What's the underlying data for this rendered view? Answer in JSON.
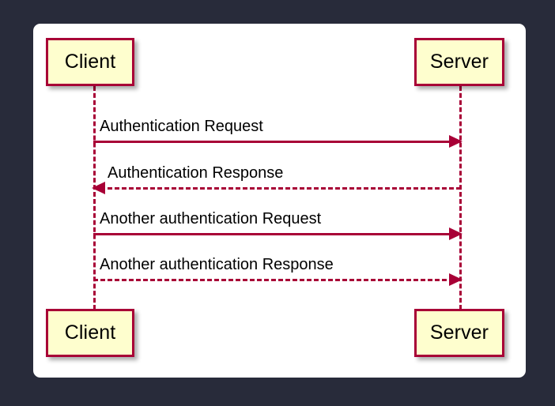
{
  "diagram": {
    "type": "uml-sequence-diagram",
    "background_color": "#282b3a",
    "canvas_color": "#ffffff",
    "accent_color": "#a80036",
    "participant_fill": "#fefece",
    "participants": [
      {
        "id": "client",
        "label": "Client"
      },
      {
        "id": "server",
        "label": "Server"
      }
    ],
    "messages": [
      {
        "index": 1,
        "label": "Authentication Request",
        "from": "client",
        "to": "server",
        "direction": "right",
        "line_style": "solid",
        "arrow_style": "filled"
      },
      {
        "index": 2,
        "label": "Authentication Response",
        "from": "server",
        "to": "client",
        "direction": "left",
        "line_style": "dotted",
        "arrow_style": "filled"
      },
      {
        "index": 3,
        "label": "Another authentication Request",
        "from": "client",
        "to": "server",
        "direction": "right",
        "line_style": "solid",
        "arrow_style": "filled"
      },
      {
        "index": 4,
        "label": "Another authentication Response",
        "from": "client",
        "to": "server",
        "direction": "right",
        "line_style": "dotted",
        "arrow_style": "filled"
      }
    ]
  }
}
